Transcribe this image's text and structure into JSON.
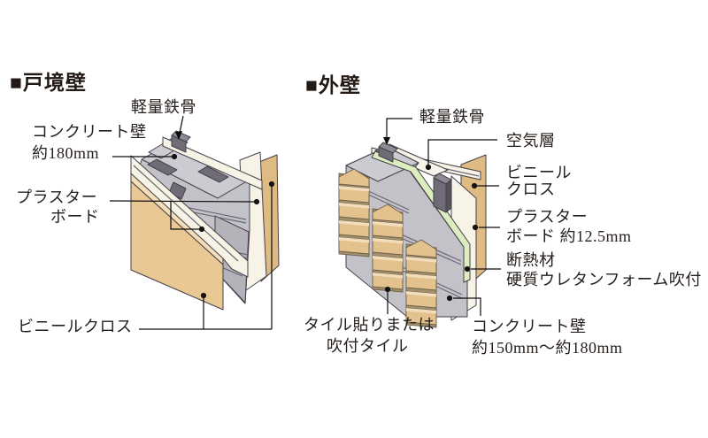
{
  "left_diagram": {
    "title": "■戸境壁",
    "labels": {
      "steel": "軽量鉄骨",
      "concrete_line1": "コンクリート壁",
      "concrete_line2": "約180mm",
      "plaster_line1": "プラスター",
      "plaster_line2": "ボード",
      "vinyl": "ビニールクロス"
    }
  },
  "right_diagram": {
    "title": "■外壁",
    "labels": {
      "steel": "軽量鉄骨",
      "air": "空気層",
      "vinyl_line1": "ビニール",
      "vinyl_line2": "クロス",
      "plaster_line1": "プラスター",
      "plaster_line2": "ボード 約12.5mm",
      "insulation_line1": "断熱材",
      "insulation_line2": "硬質ウレタンフォーム吹付",
      "tile_line1": "タイル貼りまたは",
      "tile_line2": "吹付タイル",
      "concrete_line1": "コンクリート壁",
      "concrete_line2": "約150mm〜約180mm"
    }
  },
  "colors": {
    "text": "#251e1b",
    "connector_line": "#0c0c0c",
    "vinyl_tan": "#e9c894",
    "vinyl_tan_dark": "#dfba83",
    "tile_tan": "#e4c28d",
    "board_cream": "#f7f3e6",
    "concrete_gray": "#c3c2c8",
    "concrete_top_gray": "#cbcbd1",
    "steel_dark": "#6f6c77",
    "insulation_green": "#dcedbf"
  }
}
